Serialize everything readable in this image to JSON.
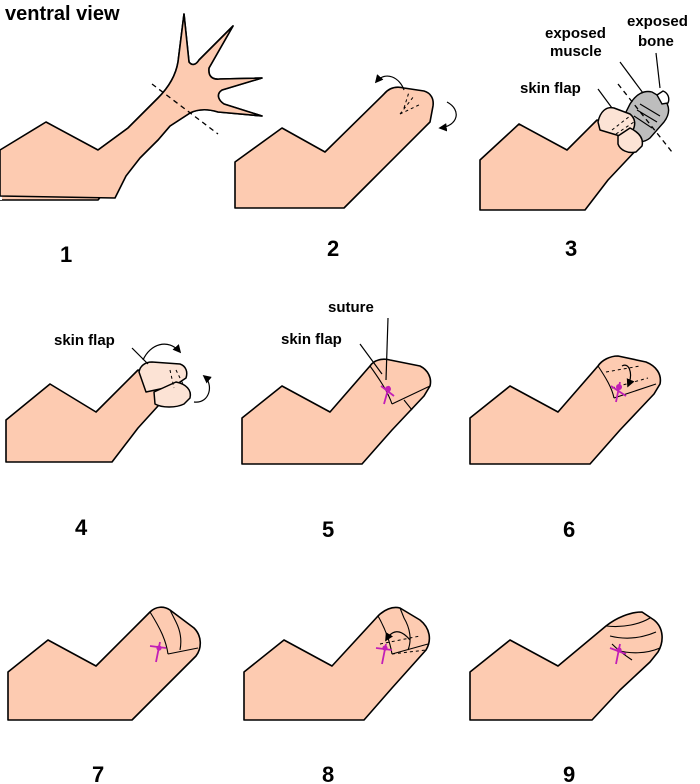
{
  "title": "ventral view",
  "labels": {
    "exposed_muscle": [
      "exposed",
      "muscle"
    ],
    "exposed_bone": [
      "exposed",
      "bone"
    ],
    "skin_flap": "skin flap",
    "suture": "suture"
  },
  "steps": [
    "1",
    "2",
    "3",
    "4",
    "5",
    "6",
    "7",
    "8",
    "9"
  ],
  "colors": {
    "skin": "#FDCBB1",
    "skin_flap": "#FCE3D5",
    "muscle": "#BDBDBD",
    "suture": "#C21FB6"
  }
}
